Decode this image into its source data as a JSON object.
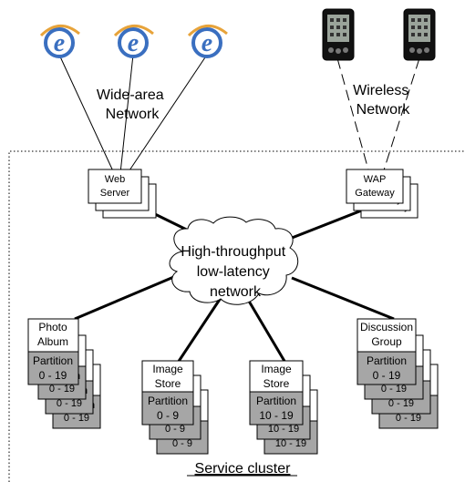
{
  "networks": {
    "wide_area": [
      "Wide-area",
      "Network"
    ],
    "wireless": [
      "Wireless",
      "Network"
    ],
    "core": [
      "High-throughput",
      "low-latency",
      "network"
    ]
  },
  "front_ends": {
    "web_server": [
      "Web",
      "Server"
    ],
    "wap_gateway": [
      "WAP",
      "Gateway"
    ]
  },
  "services": {
    "photo_album": {
      "name": [
        "Photo",
        "Album"
      ],
      "partition": [
        "Partition",
        "0 - 19"
      ]
    },
    "image_store_1": {
      "name": [
        "Image",
        "Store"
      ],
      "partition": [
        "Partition",
        "0 - 9"
      ]
    },
    "image_store_2": {
      "name": [
        "Image",
        "Store"
      ],
      "partition": [
        "Partition",
        "10 - 19"
      ]
    },
    "discussion_group": {
      "name": [
        "Discussion",
        "Group"
      ],
      "partition": [
        "Partition",
        "0 - 19"
      ]
    }
  },
  "cluster_label": "Service cluster",
  "icons": {
    "browser": "browser-e-icon",
    "pda": "pda-icon"
  },
  "colors": {
    "partition_fill": "#a6a6a6",
    "browser_blue": "#3a6fc0",
    "pda_body": "#111111"
  }
}
